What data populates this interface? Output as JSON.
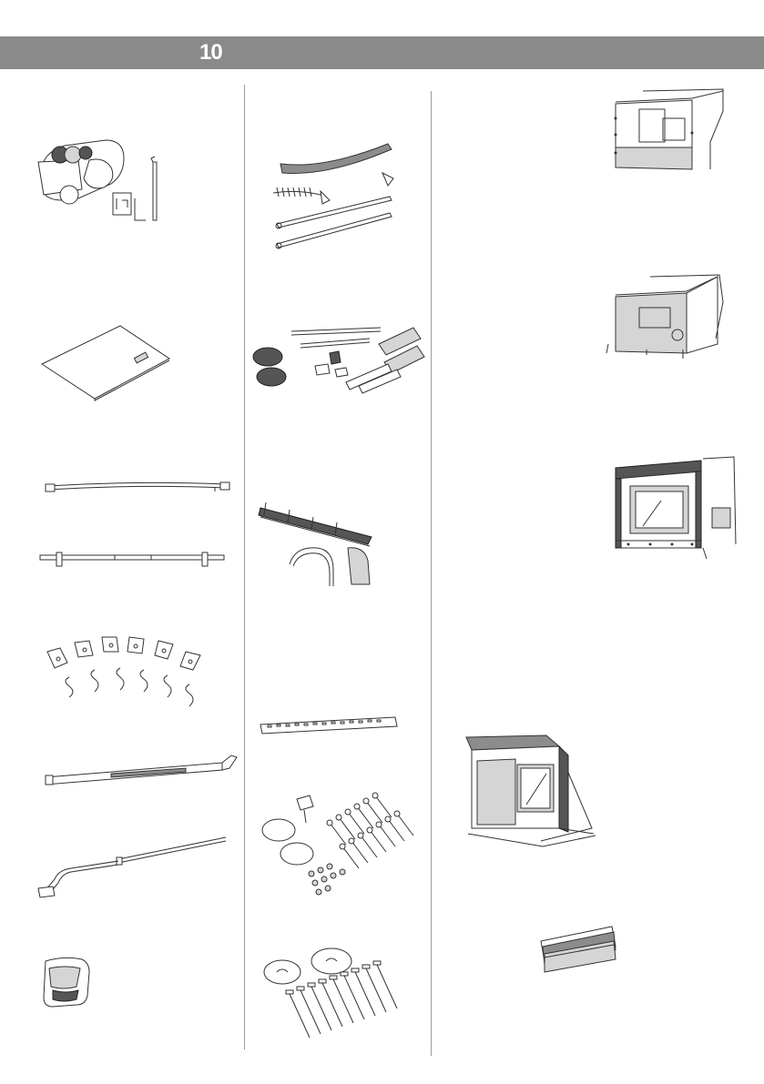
{
  "header": {
    "page_number": "10",
    "bar_color": "#8a8a8a"
  },
  "illustrations": {
    "left": [
      "motor-drive-unit-with-brackets",
      "protective-cover-sheet",
      "roller-bar",
      "support-bar",
      "hanging-plates-with-s-hooks",
      "crank-rod",
      "crank-handle",
      "end-cap"
    ],
    "middle": [
      "tie-down-strap-with-spring",
      "tie-down-kit-with-straps-and-pegs",
      "rafter-tension-rail",
      "mounting-rail",
      "wall-plate-fixing-kit",
      "ground-plates-with-pegs"
    ],
    "right": [
      "side-panel-with-window-on-caravan",
      "privacy-sun-blocker-room",
      "front-panel-with-window",
      "awning-room-enclosure",
      "fabric-samples"
    ]
  }
}
